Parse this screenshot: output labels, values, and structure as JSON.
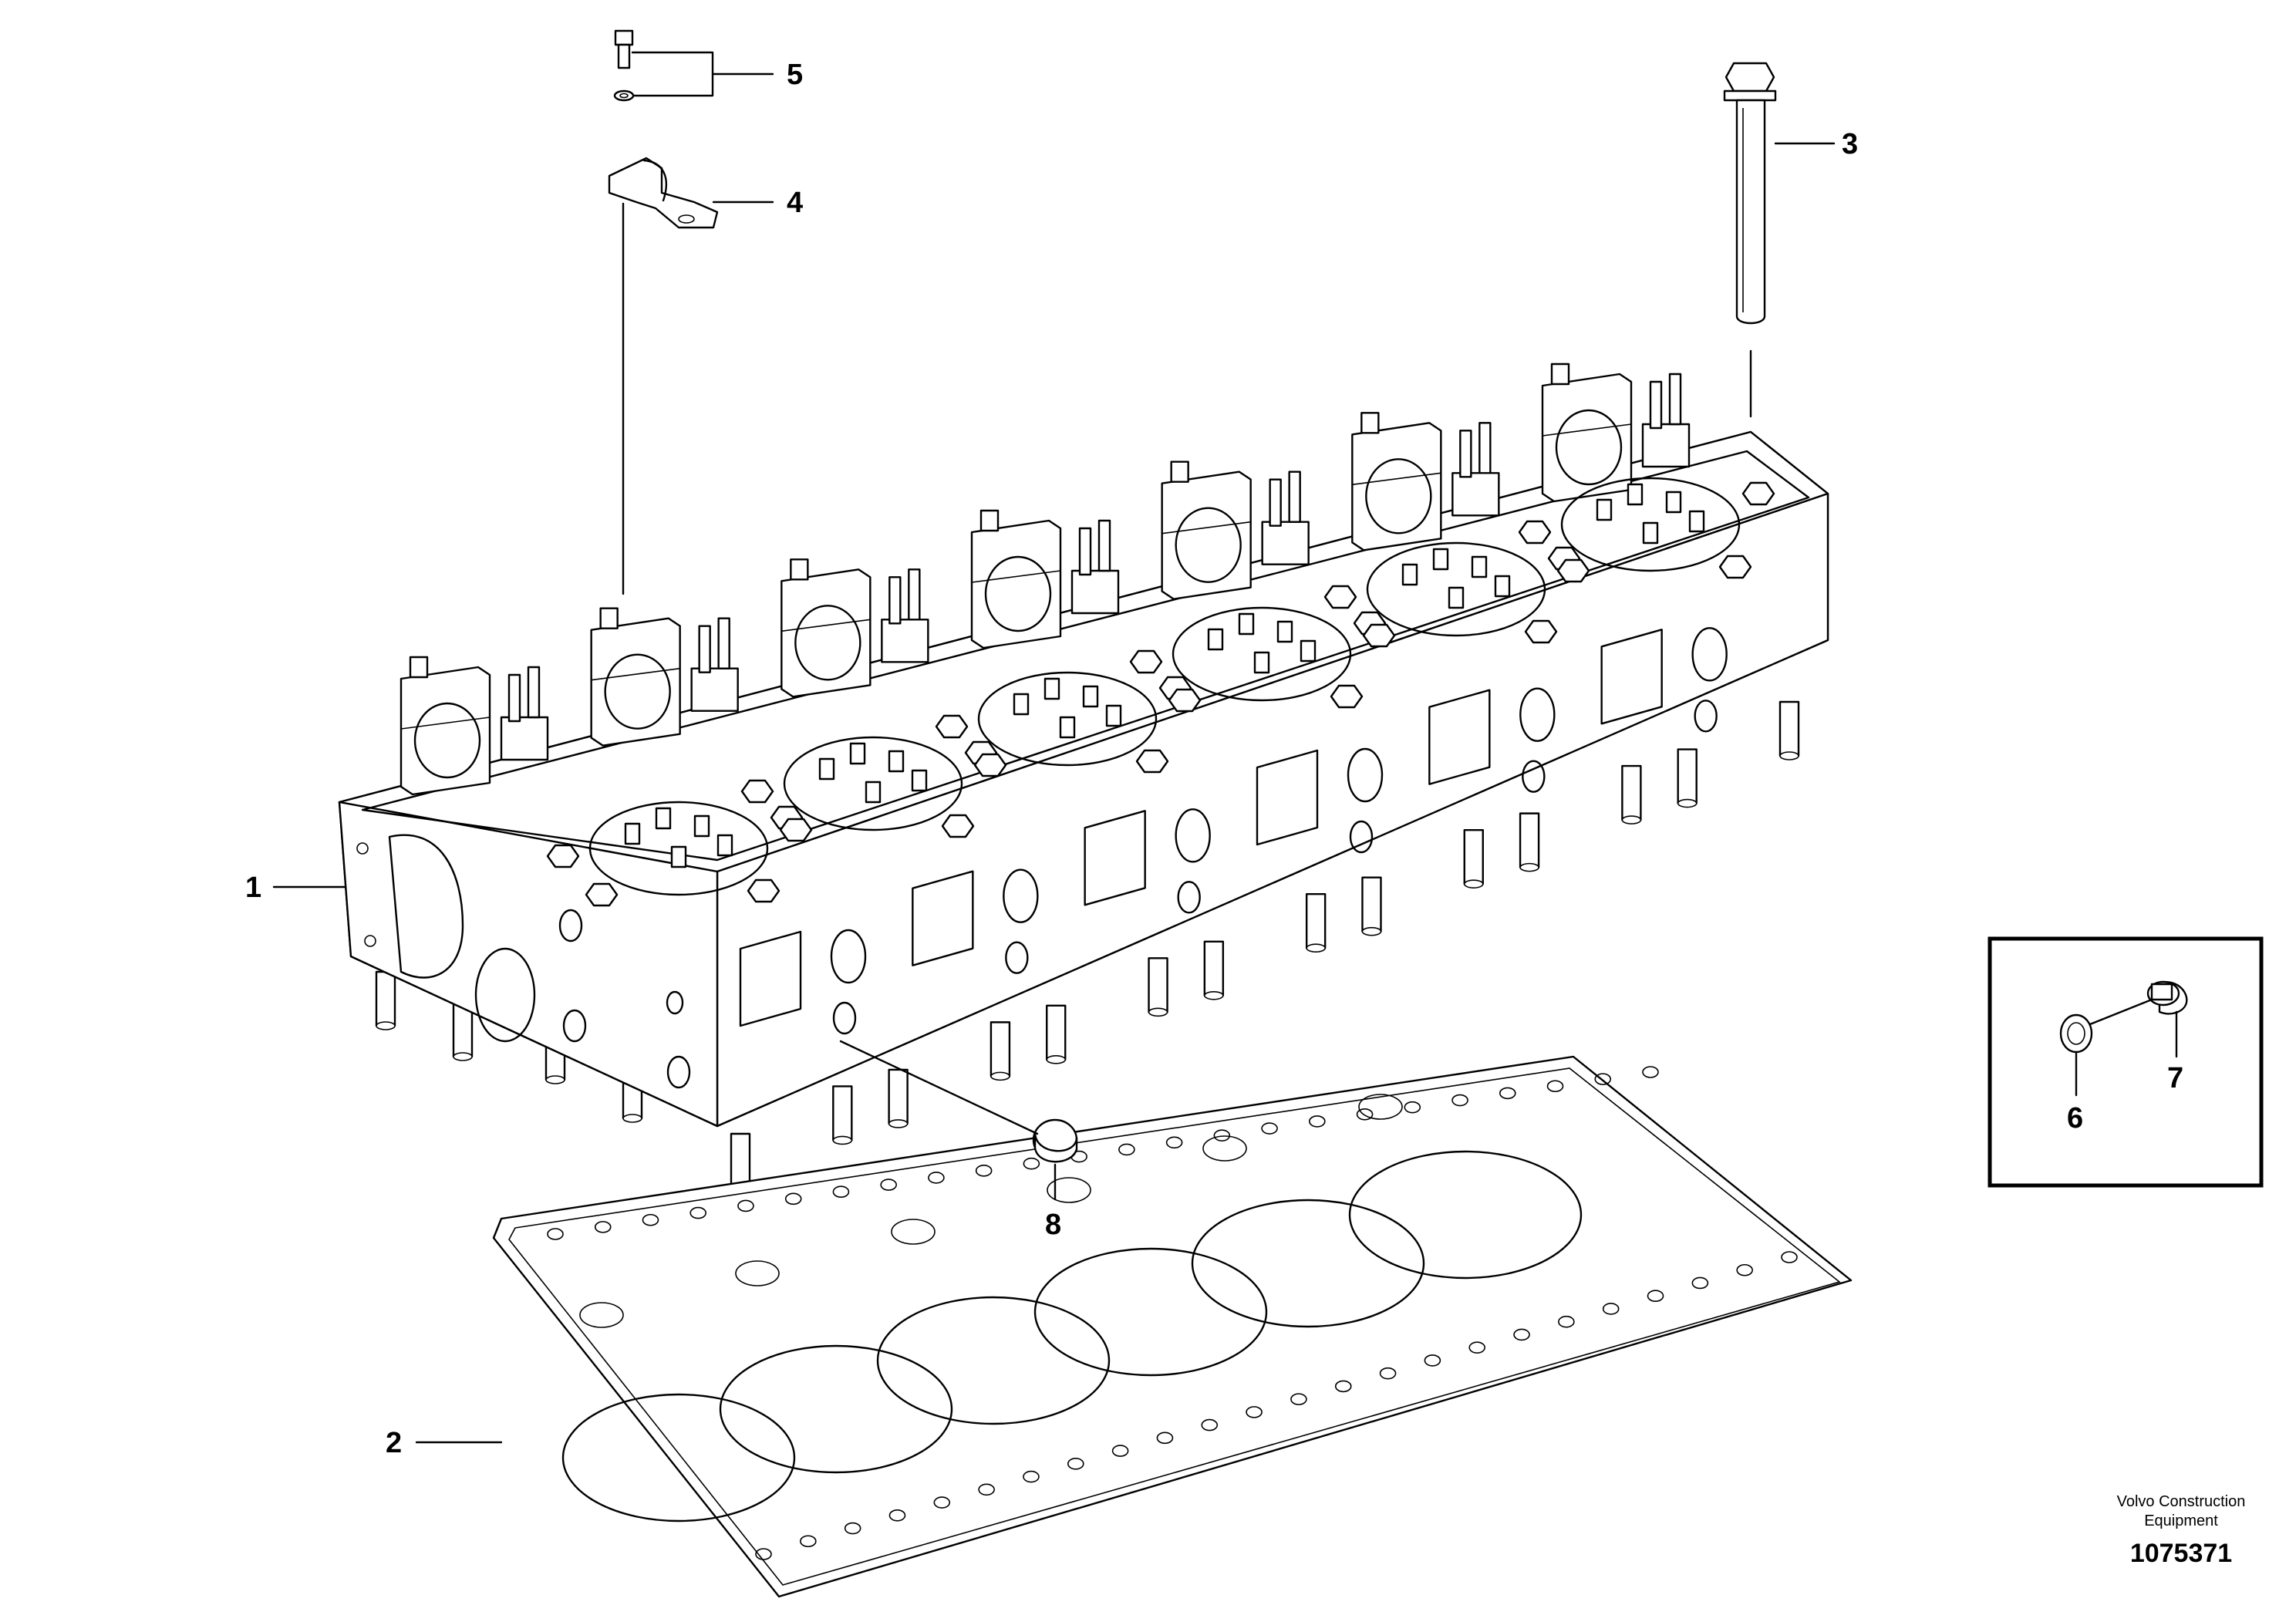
{
  "callouts": [
    {
      "id": "1",
      "label": "1"
    },
    {
      "id": "2",
      "label": "2"
    },
    {
      "id": "3",
      "label": "3"
    },
    {
      "id": "4",
      "label": "4"
    },
    {
      "id": "5",
      "label": "5"
    },
    {
      "id": "6",
      "label": "6"
    },
    {
      "id": "7",
      "label": "7"
    },
    {
      "id": "8",
      "label": "8"
    }
  ],
  "branding": {
    "line1": "Volvo Construction",
    "line2": "Equipment",
    "reference": "1075371"
  }
}
